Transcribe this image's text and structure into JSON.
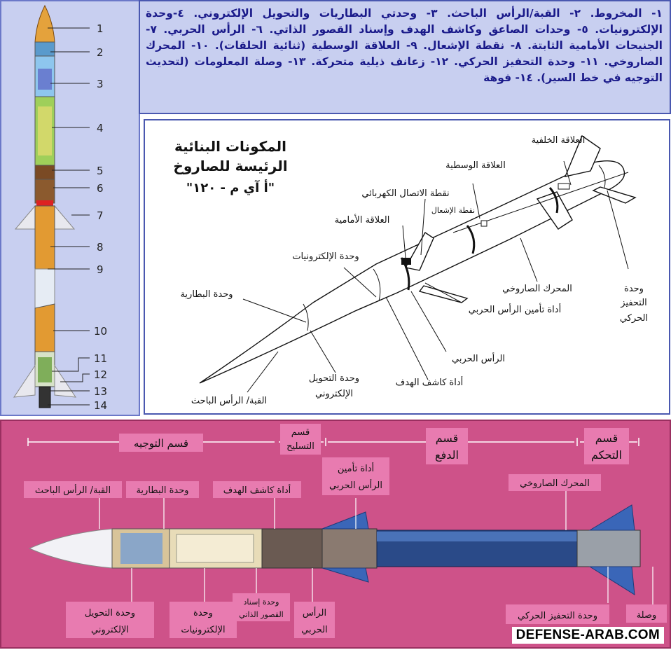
{
  "legend": {
    "text": "١- المخروط. ٢- القبة/الرأس الباحث. ٣- وحدتي البطاريات والتحويل الإلكتروني. ٤-وحدة الإلكترونيات. ٥- وحدات الصاعق وكاشف الهدف وإسناد القصور الذاتي. ٦- الرأس الحربي. ٧- الجنيحات الأمامية الثابتة. ٨- نقطة الإشعال. ٩- العلاقة الوسطية (ثنائية الحلقات). ١٠- المحرك الصاروخي. ١١- وحدة التحفيز الحركي. ١٢- زعانف ذيلية متحركة. ١٣- وصلة المعلومات (لتحديث التوجيه في خط السير). ١٤- فوهة"
  },
  "side_numbers": [
    "1",
    "2",
    "3",
    "4",
    "5",
    "6",
    "7",
    "8",
    "9",
    "10",
    "11",
    "12",
    "13",
    "14"
  ],
  "line_drawing": {
    "title_lines": [
      "المكونات البنائية",
      "الرئيسة للصاروخ",
      "\"أ آي م - ١٢٠\""
    ],
    "labels": {
      "rear_hanger": "العلاقة الخلفية",
      "mid_hanger": "العلاقة الوسطية",
      "umbilical": "نقطة الاتصال الكهربائي",
      "ignition": "نقطة الإشعال",
      "front_hanger": "العلاقة الأمامية",
      "electronics": "وحدة الإلكترونيات",
      "battery": "وحدة البطارية",
      "rocket_motor": "المحرك الصاروخي",
      "actuator_1": "وحدة",
      "actuator_2": "التحفيز",
      "actuator_3": "الحركي",
      "arming_device": "أداة تأمين الرأس الحربي",
      "warhead": "الرأس الحربي",
      "target_detector": "أداة كاشف الهدف",
      "converter_1": "وحدة التحويل",
      "converter_2": "الإلكتروني",
      "dome": "القبة/ الرأس الباحث"
    }
  },
  "photo": {
    "sections": {
      "guidance": "قسم التوجيه",
      "armament_1": "قسم",
      "armament_2": "التسليح",
      "propulsion_1": "قسم",
      "propulsion_2": "الدفع",
      "control_1": "قسم",
      "control_2": "التحكم"
    },
    "top_labels": {
      "dome": "القبة/ الرأس الباحث",
      "battery": "وحدة البطارية",
      "target_detector": "أداة كاشف الهدف",
      "arming_1": "أداة تأمين",
      "arming_2": "الرأس الحربي",
      "motor": "المحرك الصاروخي"
    },
    "bottom_labels": {
      "converter_1": "وحدة التحويل",
      "converter_2": "الإلكتروني",
      "electronics_1": "وحدة",
      "electronics_2": "الإلكترونيات",
      "ins_1": "وحدة إسناد",
      "ins_2": "القصور الذاتي",
      "warhead_1": "الرأس",
      "warhead_2": "الحربي",
      "actuator": "وحدة التحفيز الحركي",
      "link": "وصلة"
    },
    "watermark": "DEFENSE-ARAB.COM"
  }
}
